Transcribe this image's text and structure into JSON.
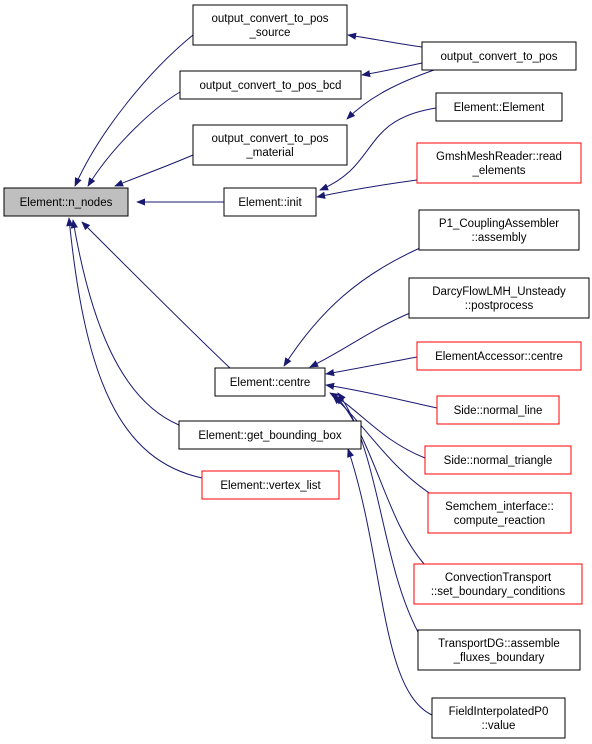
{
  "colors": {
    "edge": "#191970",
    "border_black": "#000000",
    "border_red": "#ff0000",
    "root_fill": "#bfbfbf",
    "node_fill": "#ffffff"
  },
  "nodes": {
    "root": {
      "lines": [
        "Element::n_nodes"
      ],
      "border": "black",
      "root": true
    },
    "ocps": {
      "lines": [
        "output_convert_to_pos",
        "_source"
      ],
      "border": "black"
    },
    "ocpb": {
      "lines": [
        "output_convert_to_pos_bcd"
      ],
      "border": "black"
    },
    "ocpm": {
      "lines": [
        "output_convert_to_pos",
        "_material"
      ],
      "border": "black"
    },
    "ocp": {
      "lines": [
        "output_convert_to_pos"
      ],
      "border": "black"
    },
    "eelem": {
      "lines": [
        "Element::Element"
      ],
      "border": "black"
    },
    "gmsh": {
      "lines": [
        "GmshMeshReader::read",
        "_elements"
      ],
      "border": "red"
    },
    "einit": {
      "lines": [
        "Element::init"
      ],
      "border": "black"
    },
    "p1": {
      "lines": [
        "P1_CouplingAssembler",
        "::assembly"
      ],
      "border": "black"
    },
    "darcy": {
      "lines": [
        "DarcyFlowLMH_Unsteady",
        "::postprocess"
      ],
      "border": "black"
    },
    "eacc": {
      "lines": [
        "ElementAccessor::centre"
      ],
      "border": "red"
    },
    "ecentre": {
      "lines": [
        "Element::centre"
      ],
      "border": "black"
    },
    "snl": {
      "lines": [
        "Side::normal_line"
      ],
      "border": "red"
    },
    "snt": {
      "lines": [
        "Side::normal_triangle"
      ],
      "border": "red"
    },
    "semchem": {
      "lines": [
        "Semchem_interface::",
        "compute_reaction"
      ],
      "border": "red"
    },
    "egbb": {
      "lines": [
        "Element::get_bounding_box"
      ],
      "border": "black"
    },
    "conv": {
      "lines": [
        "ConvectionTransport",
        "::set_boundary_conditions"
      ],
      "border": "red"
    },
    "evl": {
      "lines": [
        "Element::vertex_list"
      ],
      "border": "red"
    },
    "tdg": {
      "lines": [
        "TransportDG::assemble",
        "_fluxes_boundary"
      ],
      "border": "black"
    },
    "fip": {
      "lines": [
        "FieldInterpolatedP0",
        "::value"
      ],
      "border": "black"
    }
  },
  "edges": [
    {
      "from": "ocps",
      "to": "root"
    },
    {
      "from": "ocpb",
      "to": "root"
    },
    {
      "from": "ocpm",
      "to": "root"
    },
    {
      "from": "einit",
      "to": "root"
    },
    {
      "from": "ecentre",
      "to": "root"
    },
    {
      "from": "egbb",
      "to": "root"
    },
    {
      "from": "evl",
      "to": "root"
    },
    {
      "from": "ocp",
      "to": "ocps"
    },
    {
      "from": "ocp",
      "to": "ocpb"
    },
    {
      "from": "ocp",
      "to": "ocpm"
    },
    {
      "from": "eelem",
      "to": "einit"
    },
    {
      "from": "gmsh",
      "to": "einit"
    },
    {
      "from": "p1",
      "to": "ecentre"
    },
    {
      "from": "darcy",
      "to": "ecentre"
    },
    {
      "from": "eacc",
      "to": "ecentre"
    },
    {
      "from": "snl",
      "to": "ecentre"
    },
    {
      "from": "snt",
      "to": "ecentre"
    },
    {
      "from": "semchem",
      "to": "ecentre"
    },
    {
      "from": "conv",
      "to": "ecentre"
    },
    {
      "from": "tdg",
      "to": "ecentre"
    },
    {
      "from": "fip",
      "to": "egbb"
    }
  ]
}
